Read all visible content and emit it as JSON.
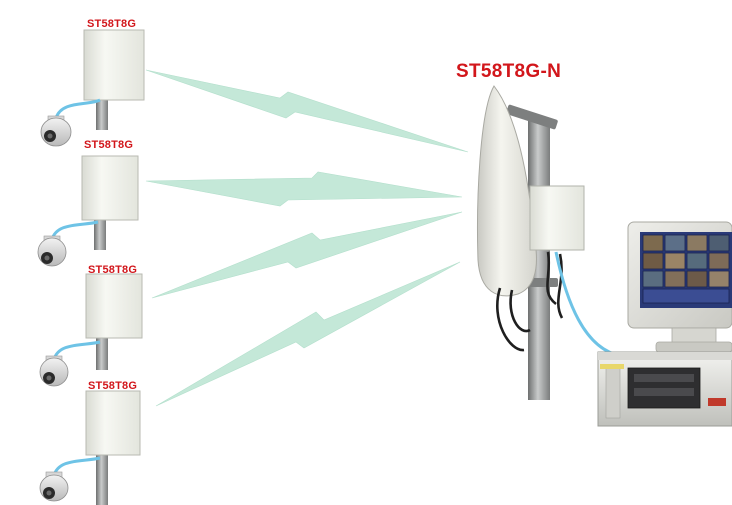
{
  "labels": {
    "subscriber_model": [
      "ST58T8G",
      "ST58T8G",
      "ST58T8G",
      "ST58T8G"
    ],
    "base_model": "ST58T8G-N"
  },
  "colors": {
    "label_red": "#d2161b",
    "link_green": "#c4e8d8",
    "cable_blue": "#6ec3e6",
    "panel_white": "#f3f4ef",
    "pole_gray": "#8e9090",
    "screen_blue": "#2a3a78"
  },
  "icons": [
    "panel-antenna-icon",
    "dome-camera-icon",
    "sector-antenna-icon",
    "lightning-link-icon",
    "monitor-icon",
    "dvr-recorder-icon"
  ]
}
